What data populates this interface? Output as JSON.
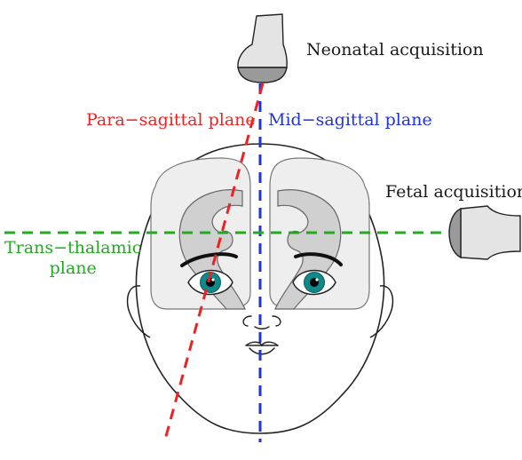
{
  "labels": {
    "neonatal": "Neonatal acquisition",
    "fetal": "Fetal acquisition",
    "para_sagittal": "Para−sagittal plane",
    "mid_sagittal": "Mid−sagittal plane",
    "trans_thalamic_line1": "Trans−thalamic",
    "trans_thalamic_line2": "plane"
  },
  "colors": {
    "para_sagittal": "#ee2222",
    "mid_sagittal": "#1f33dd",
    "trans_thalamic": "#22aa22",
    "eye_iris": "#11888a",
    "ventricle_fill": "#d0d0d0",
    "brain_fill": "#eeeeee",
    "probe_fill": "#e4e4e4",
    "probe_tip": "#9a9a9a"
  }
}
